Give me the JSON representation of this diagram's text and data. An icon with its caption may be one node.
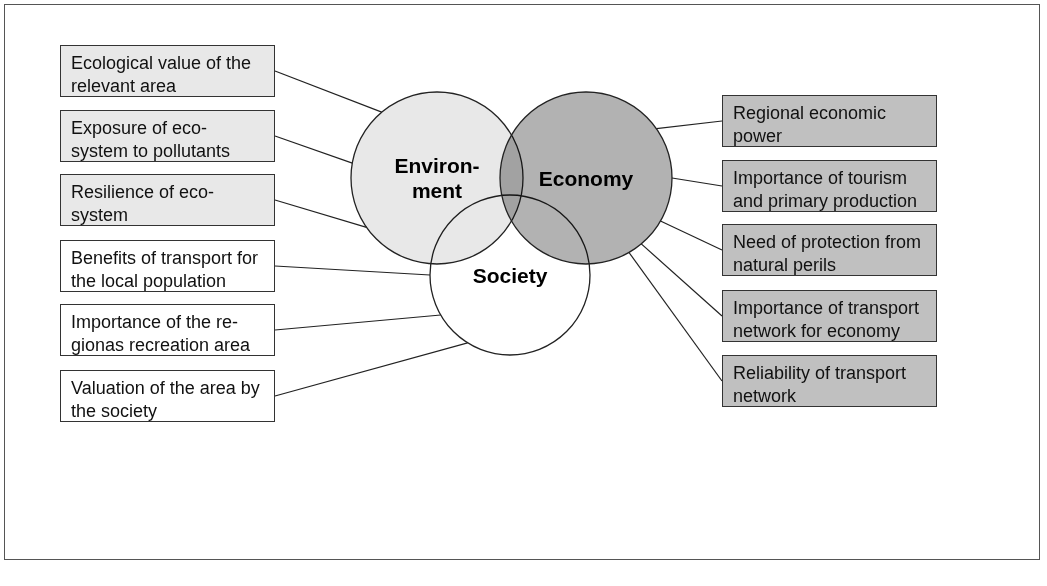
{
  "diagram": {
    "nodes": [
      {
        "text": [
          "Environ- ment"
        ]
      },
      {
        "text": [
          "Economy"
        ]
      },
      {
        "text": [
          "Society"
        ]
      },
      {
        "text": [
          "Ecological value of the relevant area"
        ]
      },
      {
        "text": [
          "Exposure of eco-system to pollutants"
        ]
      },
      {
        "text": [
          "Resilience of eco- system"
        ]
      },
      {
        "text": [
          "Benefits of transport for the local population"
        ]
      },
      {
        "text": [
          "Importance of the re- gionas recreation area"
        ]
      },
      {
        "text": [
          "Valuation of the area by the society"
        ]
      },
      {
        "text": [
          "Regional economic power"
        ]
      },
      {
        "text": [
          "Importance of tourism and primary production"
        ]
      },
      {
        "text": [
          "Need of protection from natural perils"
        ]
      },
      {
        "text": [
          "Importance of transport network for economy"
        ]
      },
      {
        "text": [
          "Reliability of transport network"
        ]
      }
    ],
    "edges": [
      {
        "from": 3,
        "to": 0,
        "arrow": "none"
      },
      {
        "from": 4,
        "to": 0,
        "arrow": "none"
      },
      {
        "from": 5,
        "to": 0,
        "arrow": "none"
      },
      {
        "from": 6,
        "to": 2,
        "arrow": "none"
      },
      {
        "from": 7,
        "to": 2,
        "arrow": "none"
      },
      {
        "from": 8,
        "to": 2,
        "arrow": "none"
      },
      {
        "from": 9,
        "to": 1,
        "arrow": "none"
      },
      {
        "from": 10,
        "to": 1,
        "arrow": "none"
      },
      {
        "from": 11,
        "to": 1,
        "arrow": "none"
      },
      {
        "from": 12,
        "to": 1,
        "arrow": "none"
      },
      {
        "from": 13,
        "to": 1,
        "arrow": "none"
      }
    ]
  }
}
